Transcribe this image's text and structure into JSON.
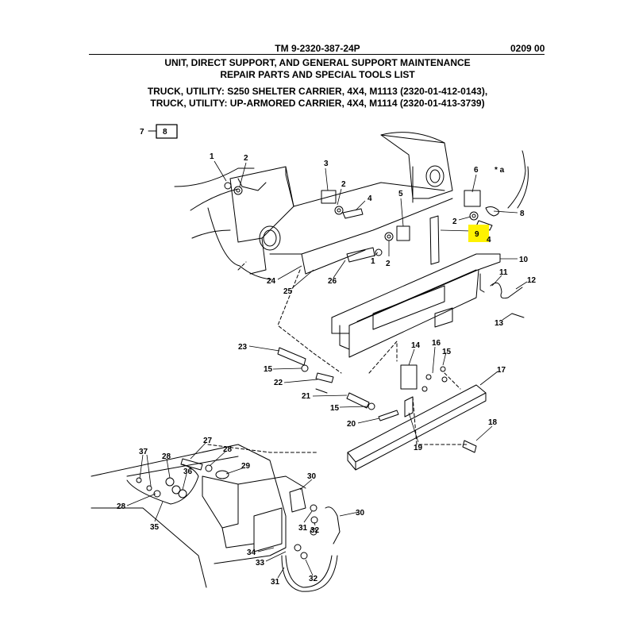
{
  "header": {
    "tm_number": "TM 9-2320-387-24P",
    "work_package": "0209 00",
    "title_line1": "UNIT, DIRECT SUPPORT, AND GENERAL SUPPORT MAINTENANCE",
    "title_line2": "REPAIR PARTS AND SPECIAL TOOLS LIST",
    "vehicle_line1": "TRUCK, UTILITY: S250 SHELTER CARRIER, 4X4, M1113 (2320-01-412-0143),",
    "vehicle_line2": "TRUCK, UTILITY: UP-ARMORED CARRIER, 4X4, M1114 (2320-01-413-3739)"
  },
  "figure": {
    "group_ref_prefix": "7",
    "group_ref_box": "8",
    "highlighted_callout": "9",
    "highlight_color": "#fff200",
    "note_marker": "* a",
    "callouts": [
      "1",
      "2",
      "3",
      "2",
      "4",
      "5",
      "6",
      "2",
      "8",
      "4",
      "9",
      "1",
      "2",
      "10",
      "24",
      "26",
      "25",
      "11",
      "12",
      "13",
      "23",
      "14",
      "15",
      "16",
      "15",
      "22",
      "17",
      "21",
      "15",
      "20",
      "19",
      "18",
      "37",
      "27",
      "28",
      "28",
      "36",
      "29",
      "30",
      "28",
      "35",
      "31",
      "32",
      "30",
      "34",
      "33",
      "31",
      "32"
    ]
  }
}
